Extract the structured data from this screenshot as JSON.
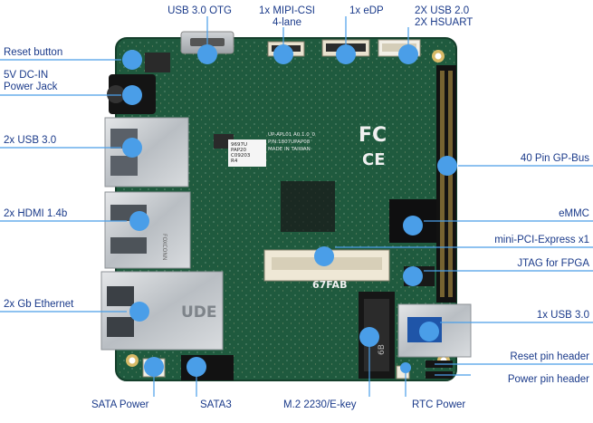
{
  "labels": {
    "usb30_otg": "USB 3.0 OTG",
    "mipi_csi": "1x MIPI-CSI\n4-lane",
    "edp": "1x eDP",
    "usb20_hsuart": "2X USB 2.0\n2X HSUART",
    "reset_button": "Reset button",
    "dc_in": "5V DC-IN\nPower Jack",
    "usb30_x2": "2x USB 3.0",
    "gp_bus": "40 Pin GP-Bus",
    "hdmi": "2x HDMI 1.4b",
    "emmc": "eMMC",
    "mini_pcie": "mini-PCI-Express x1",
    "jtag": "JTAG for FPGA",
    "gb_ethernet": "2x Gb Ethernet",
    "usb30_x1": "1x USB 3.0",
    "reset_pin_header": "Reset pin header",
    "power_pin_header": "Power pin header",
    "sata_power": "SATA Power",
    "sata3": "SATA3",
    "m2": "M.2 2230/E-key",
    "rtc_power": "RTC Power"
  },
  "board_text": {
    "silk_sticker": "9697U\nPAP20\nC09203\nR4",
    "fcc": "FC",
    "ce": "CE",
    "mpcie_label": "67FAB",
    "eth_brand": "UDE",
    "hdmi_brand": "FOXCONN",
    "silk_id": "UP-APL01 A0.1.0_0",
    "silk_pn": "P/N:1807UPAP08",
    "silk_made": "MADE IN TAIWAN",
    "m2_text": "6B"
  },
  "colors": {
    "label_text": "#1a3a8a",
    "marker": "#4a9ee8",
    "leader": "#4a9ee8",
    "pcb": "#1f5a3e",
    "pcb_dark": "#143f2b"
  }
}
